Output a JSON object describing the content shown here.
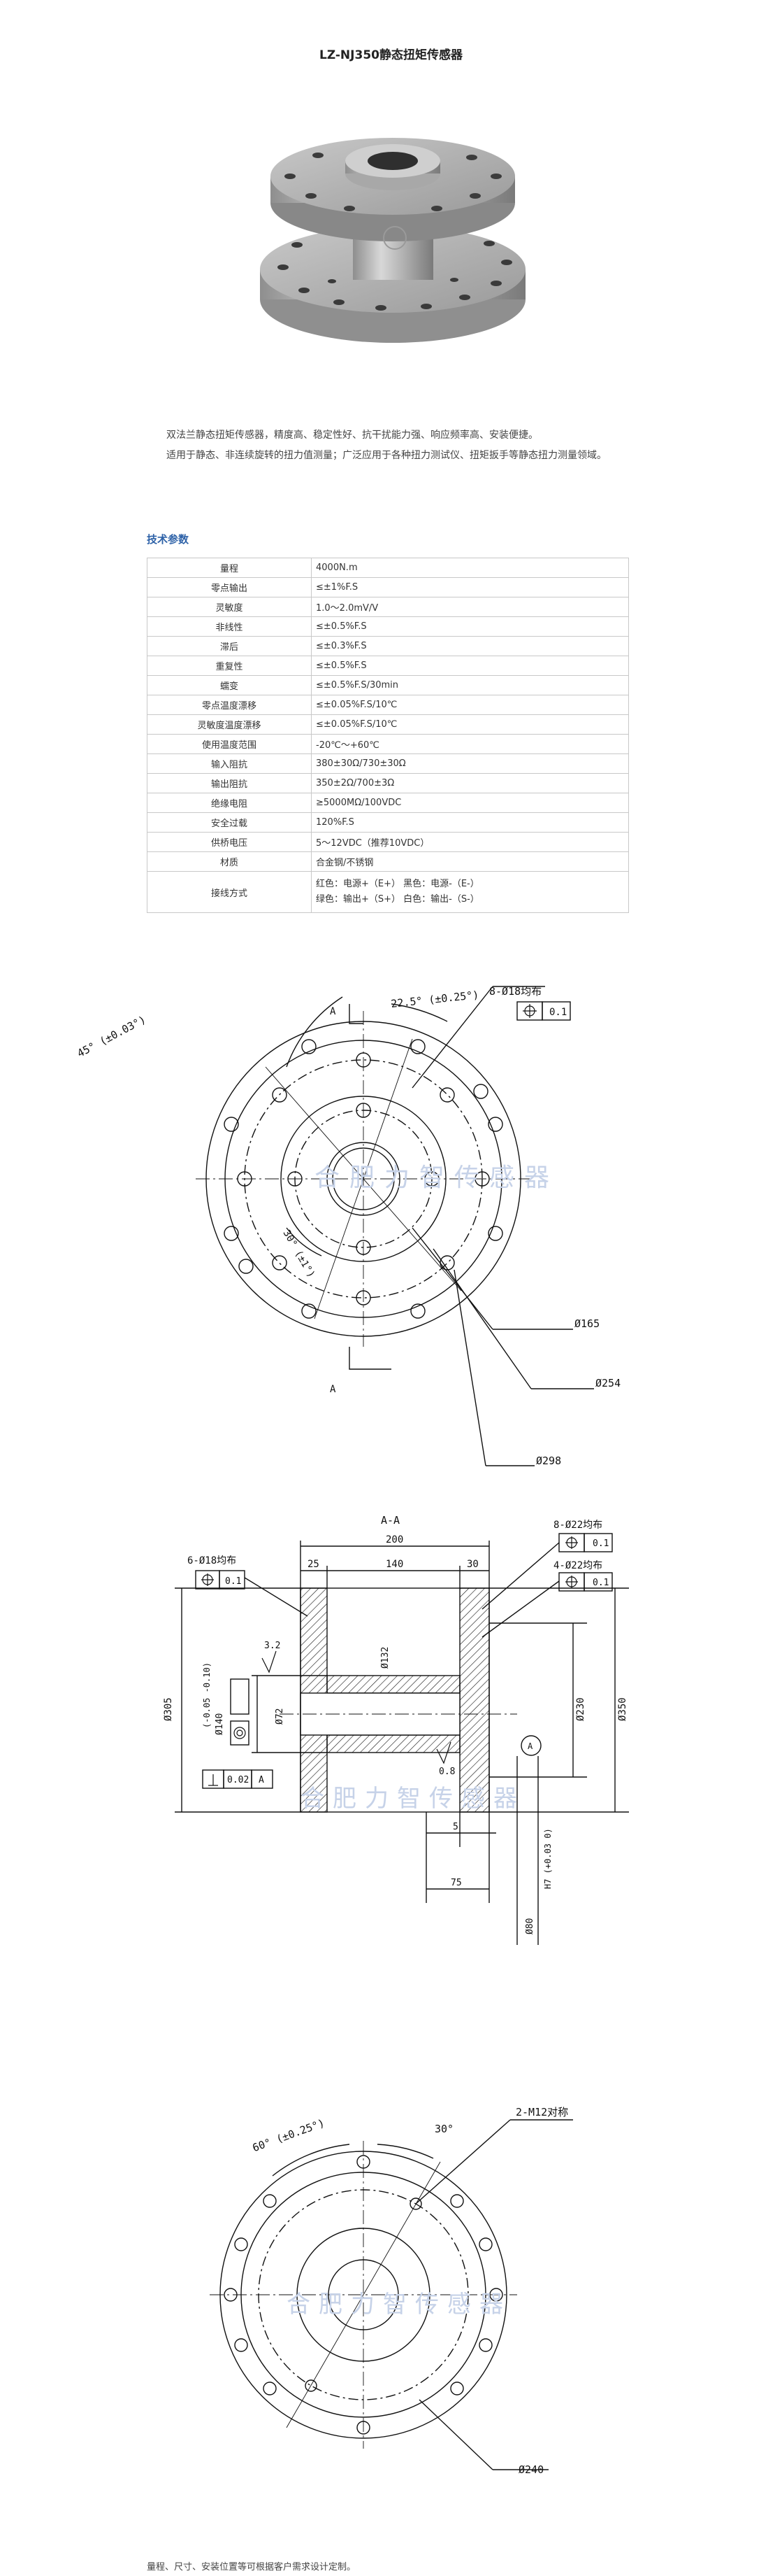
{
  "page": {
    "title": "LZ-NJ350静态扭矩传感器"
  },
  "intro": {
    "line1": "双法兰静态扭矩传感器，精度高、稳定性好、抗干扰能力强、响应频率高、安装便捷。",
    "line2": "适用于静态、非连续旋转的扭力值测量；广泛应用于各种扭力测试仪、扭矩扳手等静态扭力测量领域。"
  },
  "specs": {
    "section_title": "技术参数",
    "rows": [
      {
        "name": "量程",
        "value": "4000N.m"
      },
      {
        "name": "零点输出",
        "value": "≤±1%F.S"
      },
      {
        "name": "灵敏度",
        "value": "1.0～2.0mV/V"
      },
      {
        "name": "非线性",
        "value": "≤±0.5%F.S"
      },
      {
        "name": "滞后",
        "value": "≤±0.3%F.S"
      },
      {
        "name": "重复性",
        "value": "≤±0.5%F.S"
      },
      {
        "name": "蠕变",
        "value": "≤±0.5%F.S/30min"
      },
      {
        "name": "零点温度漂移",
        "value": "≤±0.05%F.S/10℃"
      },
      {
        "name": "灵敏度温度漂移",
        "value": "≤±0.05%F.S/10℃"
      },
      {
        "name": "使用温度范围",
        "value": "-20℃～+60℃"
      },
      {
        "name": "输入阻抗",
        "value": "380±30Ω/730±30Ω"
      },
      {
        "name": "输出阻抗",
        "value": "350±2Ω/700±3Ω"
      },
      {
        "name": "绝缘电阻",
        "value": "≥5000MΩ/100VDC"
      },
      {
        "name": "安全过载",
        "value": "120%F.S"
      },
      {
        "name": "供桥电压",
        "value": "5～12VDC（推荐10VDC）"
      },
      {
        "name": "材质",
        "value": "合金钢/不锈钢"
      }
    ],
    "wiring": {
      "name": "接线方式",
      "line1": "红色：电源+（E+）   黑色：电源-（E-）",
      "line2": "绿色：输出+（S+）   白色：输出-（S-）"
    }
  },
  "drawing1": {
    "watermark": "合肥力智传感器",
    "angle_45": "45° (±0.03°)",
    "angle_22": "22.5° (±0.25°)",
    "holes": "8-Ø18均布",
    "tol": "0.1",
    "angle_30": "30° (±1°)",
    "section_mark": "A",
    "d165": "Ø165",
    "d254": "Ø254",
    "d298": "Ø298"
  },
  "drawing2": {
    "watermark": "合肥力智传感器",
    "title": "A-A",
    "d200": "200",
    "d25": "25",
    "d140": "140",
    "d30": "30",
    "holes_left": "6-Ø18均布",
    "holes_right1": "8-Ø22均布",
    "holes_right2": "4-Ø22均布",
    "tol": "0.1",
    "rough": "3.2",
    "rough2": "0.8",
    "d305": "Ø305",
    "d140b": "Ø140",
    "tol140": "(-0.05 -0.10)",
    "d72": "Ø72",
    "d132": "Ø132",
    "d230": "Ø230",
    "d350": "Ø350",
    "flat": "0.02",
    "datum": "A",
    "d5": "5",
    "d75": "75",
    "d80": "Ø80",
    "h7": "H7 (+0.03 0)"
  },
  "drawing3": {
    "watermark": "合肥力智传感器",
    "angle_60": "60° (±0.25°)",
    "angle_30": "30°",
    "threads": "2-M12对称",
    "d240": "Ø240"
  },
  "bottom": {
    "note": "量程、尺寸、安装位置等可根据客户需求设计定制。"
  }
}
